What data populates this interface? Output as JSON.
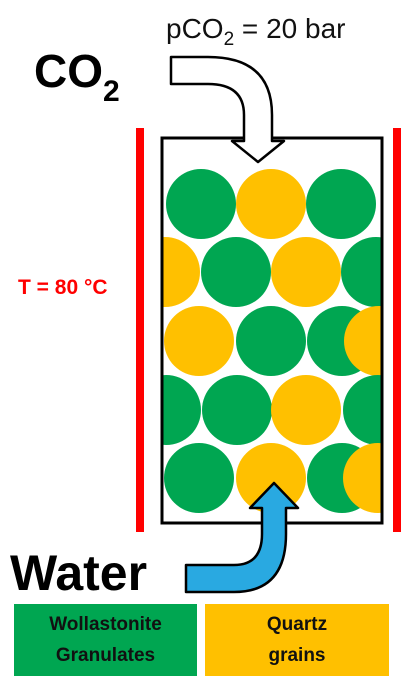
{
  "pressure_label": {
    "prefix": "pCO",
    "subscript": "2",
    "suffix": " = 20 bar"
  },
  "co2_label": {
    "main": "CO",
    "subscript": "2"
  },
  "temperature_label": "T = 80 °C",
  "water_label": "Water",
  "legend": {
    "green": {
      "line1": "Wollastonite",
      "line2": "Granulates",
      "color": "#00a651"
    },
    "yellow": {
      "line1": "Quartz",
      "line2": "grains",
      "color": "#ffc000"
    }
  },
  "colors": {
    "heater": "#ff0000",
    "water_arrow": "#29a9e1",
    "co2_arrow": "#ffffff",
    "reactor_outline": "#000000"
  },
  "granule_rows": [
    [
      "green",
      "yellow",
      "green"
    ],
    [
      "yellow",
      "green",
      "yellow",
      "green"
    ],
    [
      "yellow",
      "green",
      "green",
      "yellow"
    ],
    [
      "green",
      "green",
      "yellow",
      "green"
    ],
    [
      "green",
      "yellow",
      "green",
      "yellow"
    ]
  ]
}
